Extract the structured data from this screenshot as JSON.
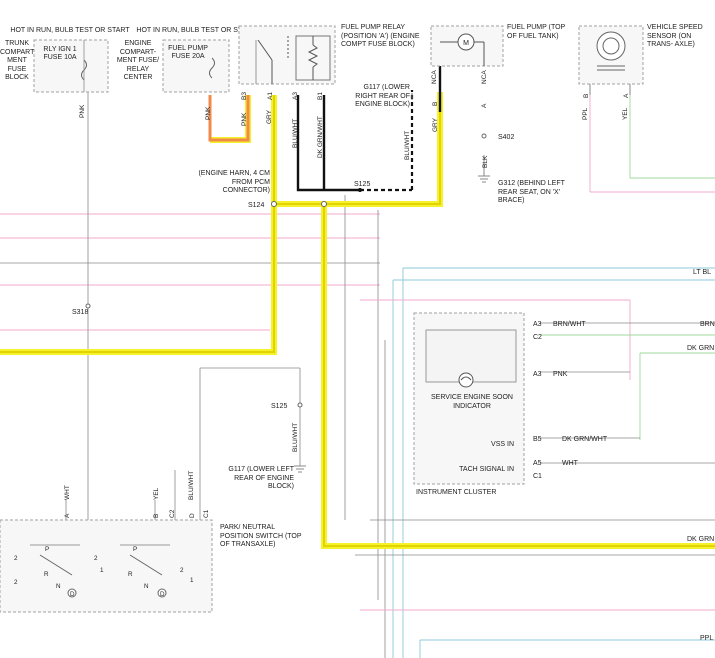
{
  "diagram": {
    "blocks": {
      "trunk_fuse_block": "TRUNK COMPART- MENT FUSE BLOCK",
      "fuse_ign_header": "HOT IN RUN, BULB TEST OR START",
      "fuse_ign": "RLY IGN 1 FUSE 10A",
      "engine_center": "ENGINE COMPART- MENT FUSE/ RELAY CENTER",
      "fuse_pump_header": "HOT IN RUN, BULB TEST OR START",
      "fuse_pump": "FUEL PUMP FUSE 20A",
      "relay": "FUEL PUMP RELAY (POSITION 'A') (ENGINE COMPT FUSE BLOCK)",
      "pump": "FUEL PUMP (TOP OF FUEL TANK)",
      "pump_symbol": "M",
      "vss": "VEHICLE SPEED SENSOR (ON TRANS- AXLE)",
      "ses": "SERVICE ENGINE SOON INDICATOR",
      "cluster": "INSTRUMENT CLUSTER",
      "vss_in": "VSS IN",
      "tach_in": "TACH SIGNAL IN",
      "pnp": "PARK/ NEUTRAL POSITION SWITCH (TOP OF TRANSAXLE)"
    },
    "notes": {
      "g117_right": "G117 (LOWER RIGHT REAR OF ENGINE BLOCK)",
      "g117_left": "G117 (LOWER LEFT REAR OF ENGINE BLOCK)",
      "g312": "G312 (BEHIND LEFT REAR SEAT, ON 'X' BRACE)",
      "s124_note": "(ENGINE HARN, 4 CM FROM PCM CONNECTOR)"
    },
    "splices": {
      "s124": "S124",
      "s125": "S125",
      "s125b": "S125",
      "s318": "S318",
      "s402": "S402"
    },
    "wires": {
      "pnk1": "PNK",
      "pnk2": "PNK",
      "pnk3": "PNK",
      "gry1": "GRY",
      "gry2": "GRY",
      "blu_wht1": "BLU/WHT",
      "blu_wht2": "BLU/WHT",
      "blu_wht3": "BLU/WHT",
      "dk_grn_wht1": "DK GRN/WHT",
      "dk_grn_wht2": "DK GRN/WHT",
      "brn_wht": "BRN/WHT",
      "wht1": "WHT",
      "wht2": "WHT",
      "yel1": "YEL",
      "yel2": "YEL",
      "ppl": "PPL",
      "blk": "BLK",
      "lt_blu": "LT BL",
      "brn_cut": "BRN",
      "dkgrn_cut1": "DK GRN",
      "dkgrn_cut2": "DK GRN",
      "ppl_cut": "PPL"
    },
    "pins": {
      "b3": "B3",
      "a1": "A1",
      "a3": "A3",
      "b1": "B1",
      "nca1": "NCA",
      "nca2": "NCA",
      "a_pump": "A",
      "b_pump": "B",
      "b_vss": "B",
      "a_vss": "A",
      "c_a3_1": "A3",
      "c_c2": "C2",
      "c_a3_2": "A3",
      "c_b5": "B5",
      "c_a5": "A5",
      "c_c1": "C1",
      "p_a": "A",
      "p_b": "B",
      "p_c2": "C2",
      "p_d": "D",
      "p_c1": "C1"
    },
    "pnp_labels": {
      "p1": "P",
      "p2": "P",
      "r1": "R",
      "r2": "R",
      "n1": "N",
      "n2": "N",
      "d1": "D",
      "d2": "D",
      "n2a": "2",
      "n2b": "2",
      "n2c": "2",
      "n2d": "2",
      "n1a": "1",
      "n1b": "1"
    }
  },
  "colors": {
    "highlight": "#f5f12a",
    "relay_feed": "#f08a4b",
    "wire_pink": "#f2a8cc",
    "wire_teal": "#8ec8d8",
    "wire_green": "#9fd89f"
  }
}
